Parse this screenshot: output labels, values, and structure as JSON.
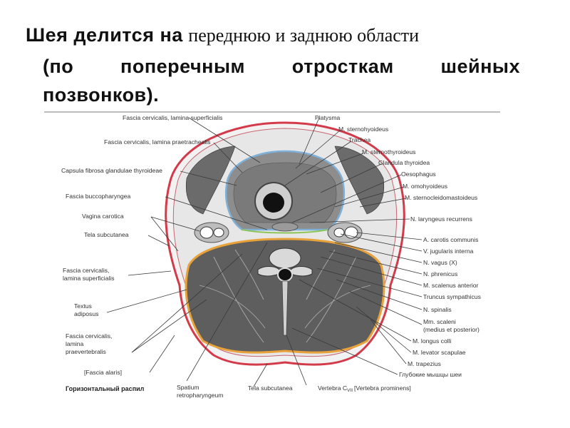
{
  "heading": {
    "line1_bold": "Шея делится на",
    "line1_serif": "переднюю и заднюю области",
    "line2_words": [
      "(по",
      "поперечным",
      "отросткам",
      "шейных"
    ],
    "line3": "позвонков)."
  },
  "figure": {
    "caption": "Горизонтальный распил",
    "labels": {
      "fascia_cerv_lam_sup_top": "Fascia cervicalis, lamina superficialis",
      "platysma": "Platysma",
      "m_sternohyoideus": "M. sternohyoideus",
      "trachea": "Trachea",
      "fascia_cerv_lam_praetrach": "Fascia cervicalis, lamina praetrachealis",
      "m_sternothyroideus": "M. sternothyroideus",
      "glandula_thyroidea": "Glandula thyroidea",
      "capsula_fibrosa": "Capsula fibrosa glandulae thyroideae",
      "oesophagus": "Oesophagus",
      "m_omohyoideus": "M. omohyoideus",
      "fascia_buccopharyngea": "Fascia buccopharyngea",
      "m_sternocleidomastoideus": "M. sternocleidomastoideus",
      "vagina_carotica": "Vagina carotica",
      "n_laryngeus_recurrens": "N. laryngeus recurrens",
      "tela_subcutanea_left": "Tela subcutanea",
      "a_carotis_communis": "A. carotis communis",
      "v_jugularis_interna": "V. jugularis interna",
      "n_vagus": "N. vagus (X)",
      "fascia_cerv_lam_sup_left_1": "Fascia cervicalis,",
      "fascia_cerv_lam_sup_left_2": "lamina superficialis",
      "n_phrenicus": "N. phrenicus",
      "m_scalenus_anterior": "M. scalenus anterior",
      "truncus_sympathicus": "Truncus sympathicus",
      "textus_adiposus_1": "Textus",
      "textus_adiposus_2": "adiposus",
      "n_spinalis": "N. spinalis",
      "mm_scaleni_1": "Mm. scaleni",
      "mm_scaleni_2": "(medius et posterior)",
      "fascia_praevert_1": "Fascia cervicalis,",
      "fascia_praevert_2": "lamina",
      "fascia_praevert_3": "praevertebralis",
      "m_longus_colli": "M. longus colli",
      "m_levator_scapulae": "M. levator scapulae",
      "m_trapezius": "M. trapezius",
      "fascia_alaris": "[Fascia alaris]",
      "glubokie_myshcy": "Глубокие мышцы шеи",
      "spatium_1": "Spatium",
      "spatium_2": "retropharyngeum",
      "tela_subcutanea_bottom": "Tela subcutanea",
      "vertebra_1": "Vertebra C",
      "vertebra_sub": "VII",
      "vertebra_2": "[Vertebra prominens]"
    }
  },
  "colors": {
    "skin_outline": "#d33a4a",
    "prevertebral_fascia": "#e8a23a",
    "pretracheal_fascia": "#7fb0d8",
    "muscle": "#5e5e5e",
    "fat": "#e9e9e9",
    "green_fascia": "#8fc65a"
  }
}
